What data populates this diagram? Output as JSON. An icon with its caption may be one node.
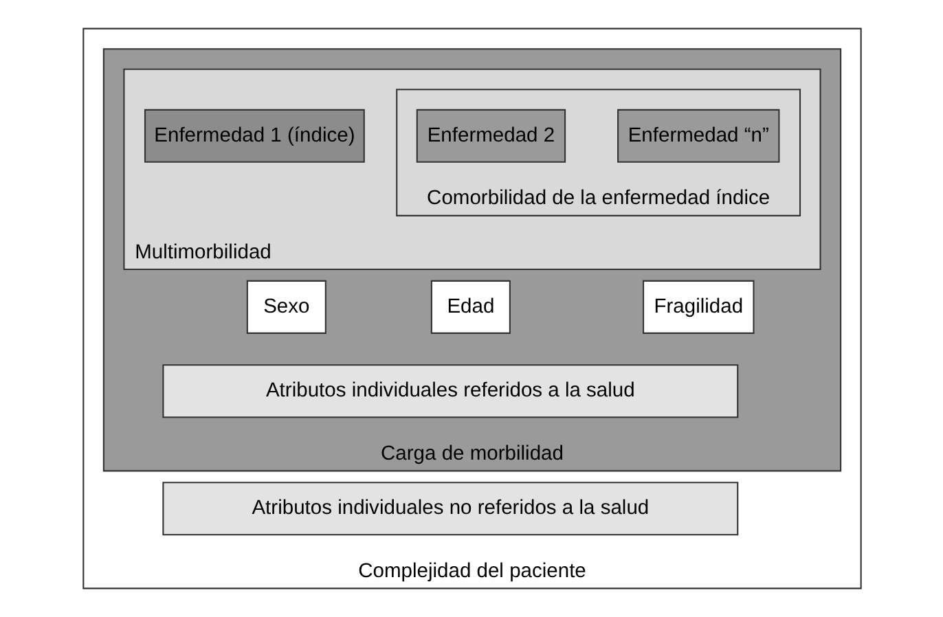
{
  "diagram": {
    "nodes": [
      {
        "text": [
          "Complejidad del paciente"
        ]
      },
      {
        "text": [
          "Carga de morbilidad"
        ],
        "in": 0
      },
      {
        "text": [
          "Multimorbilidad"
        ],
        "in": 1
      },
      {
        "text": [
          "Enfermedad 1 (índice)"
        ],
        "in": 2
      },
      {
        "text": [
          "Comorbilidad de la enfermedad índice"
        ],
        "in": 2
      },
      {
        "text": [
          "Enfermedad 2"
        ],
        "in": 4
      },
      {
        "text": [
          "Enfermedad “n”"
        ],
        "in": 4
      },
      {
        "text": [
          "Sexo"
        ],
        "in": 1
      },
      {
        "text": [
          "Edad"
        ],
        "in": 1
      },
      {
        "text": [
          "Fragilidad"
        ],
        "in": 1
      },
      {
        "text": [
          "Atributos individuales referidos a la salud"
        ],
        "in": 1
      },
      {
        "text": [
          "Atributos individuales no referidos a la salud"
        ],
        "in": 0
      }
    ]
  }
}
